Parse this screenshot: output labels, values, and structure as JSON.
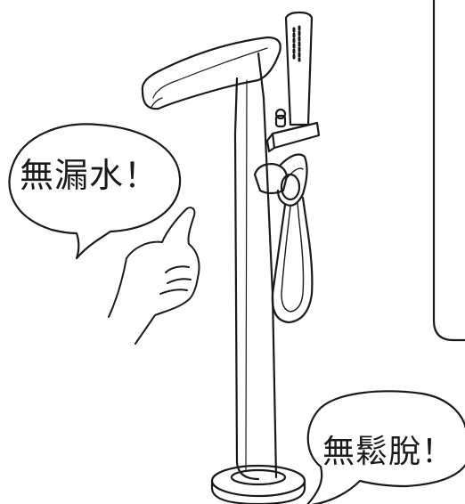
{
  "callouts": {
    "left": "無漏水！",
    "bottom_right": "無鬆脫！"
  },
  "colors": {
    "line": "#1a1a1a",
    "background": "#ffffff"
  },
  "icons": {
    "product": "freestanding-bathtub-faucet-illustration",
    "hand": "pointing-hand-illustration"
  }
}
